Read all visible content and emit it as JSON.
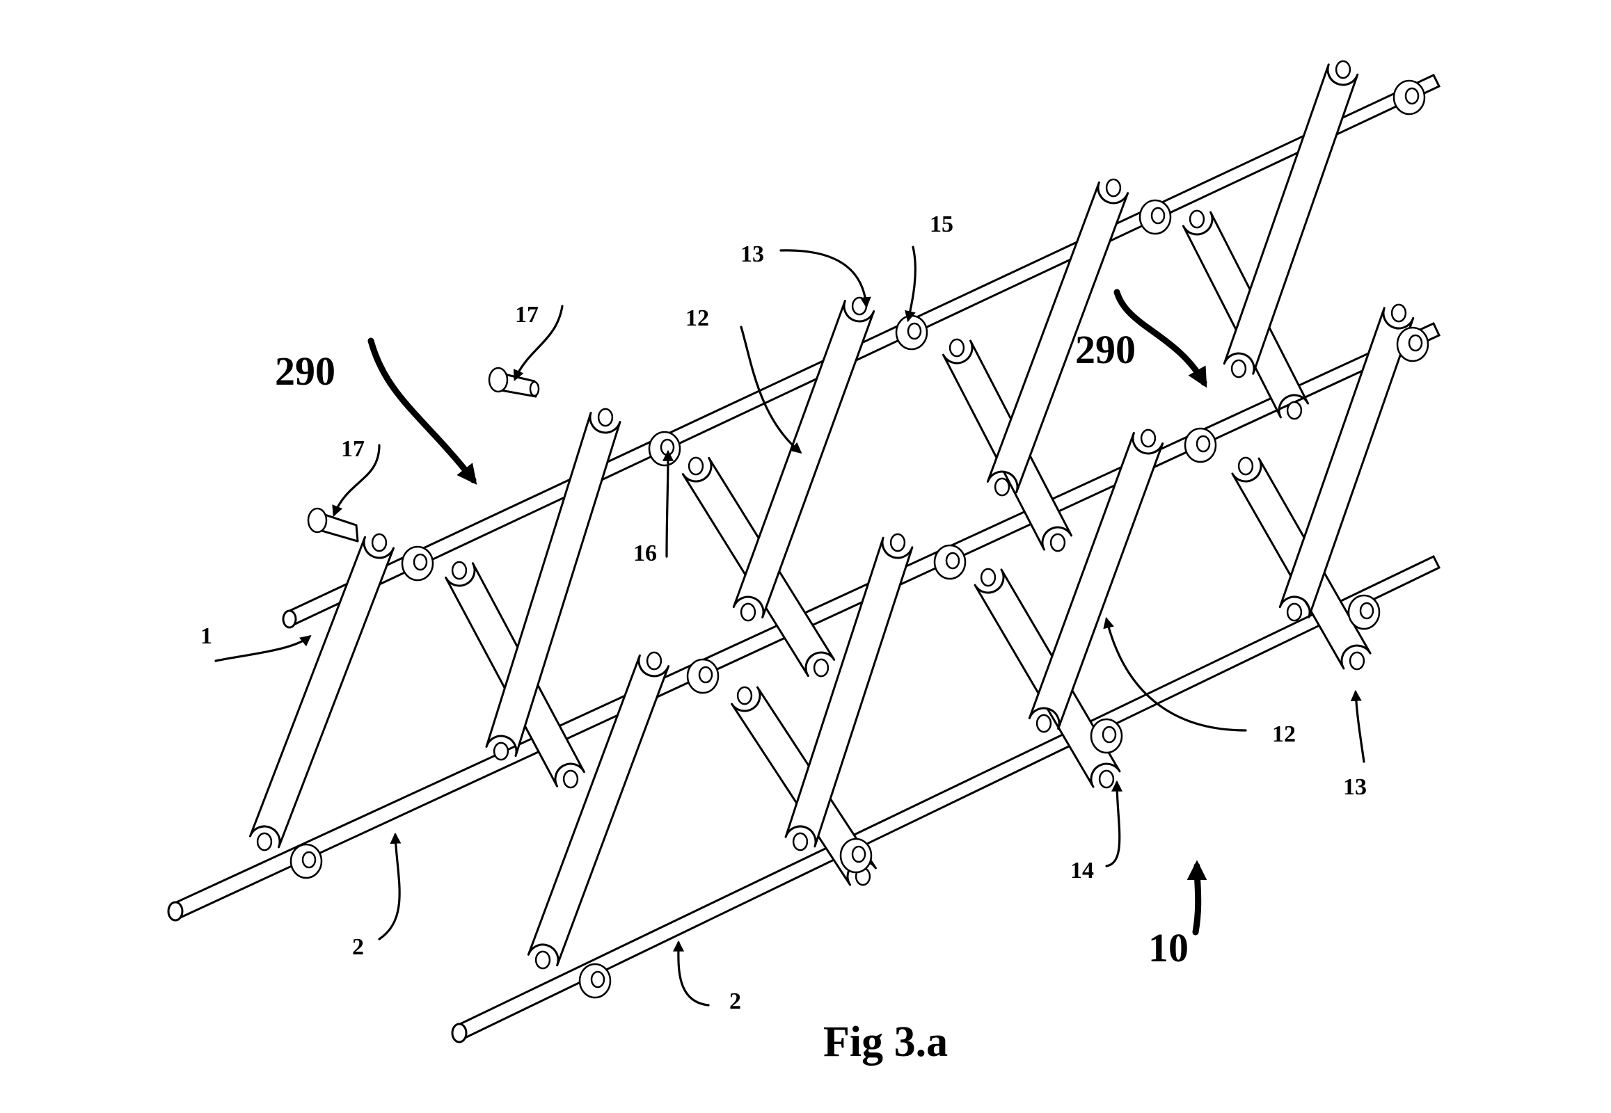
{
  "figure": {
    "caption": "Fig 3.a",
    "labels": {
      "assembly": "10",
      "rotation_left": "290",
      "rotation_right": "290",
      "upper_rod": "1",
      "lower_rod_left": "2",
      "lower_rod_right": "2",
      "link_upper": "12",
      "link_right": "12",
      "bracket_upper": "13",
      "bracket_right": "13",
      "pivot_lower": "14",
      "collar_upper": "15",
      "collar_middle": "16",
      "pin_upper": "17",
      "pin_lower": "17"
    }
  }
}
